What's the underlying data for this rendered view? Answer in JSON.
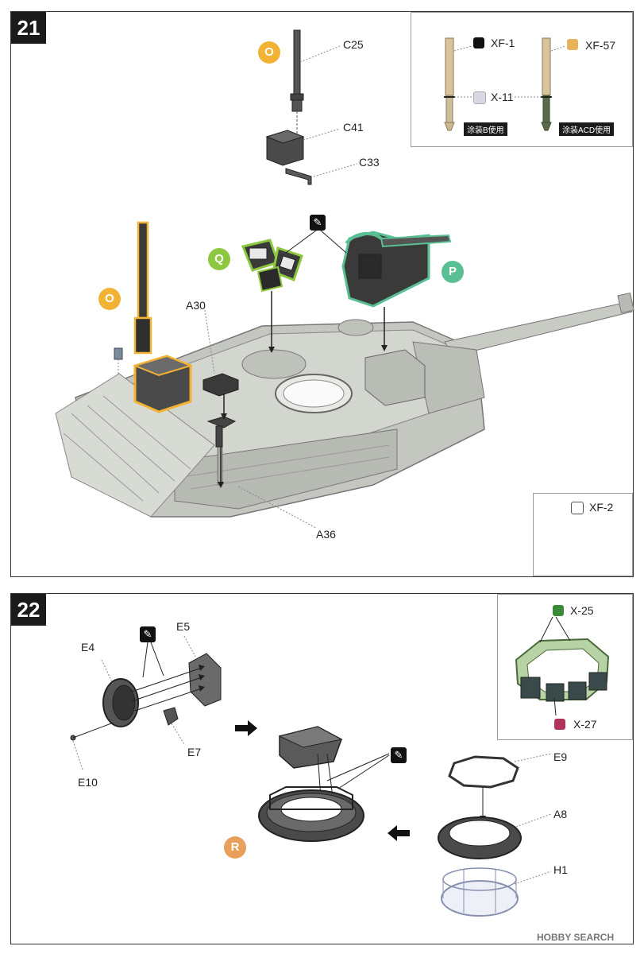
{
  "steps": {
    "step21": {
      "number": "21",
      "parts": {
        "c25": "C25",
        "c41": "C41",
        "c33": "C33",
        "a30": "A30",
        "a36": "A36"
      },
      "callouts": {
        "o_top": "O",
        "o_side": "O",
        "q": "Q",
        "p": "P"
      },
      "paint_inset": {
        "xf1": "XF-1",
        "xf57": "XF-57",
        "x11": "X-11",
        "tag_b": "涂装B使用",
        "tag_acd": "涂装ACD使用"
      },
      "paint_inset2": {
        "xf2": "XF-2"
      }
    },
    "step22": {
      "number": "22",
      "parts": {
        "e4": "E4",
        "e5": "E5",
        "e7": "E7",
        "e10": "E10",
        "e9": "E9",
        "a8": "A8",
        "h1": "H1"
      },
      "callouts": {
        "r": "R"
      },
      "paint_inset": {
        "x25": "X-25",
        "x27": "X-27"
      }
    }
  },
  "watermark": "HOBBY SEARCH",
  "colors": {
    "callout_o": "#f2b233",
    "callout_q": "#8dc63f",
    "callout_p": "#5bbf94",
    "callout_r": "#e8a05a",
    "xf1_black": "#111111",
    "xf57_buff": "#e8b25a",
    "x11_silver": "#d8d8e0",
    "x25_green": "#3a8a3a",
    "x27_red": "#b0335a",
    "tank_grey": "#c4c6c0"
  },
  "icons": [
    "glue-icon",
    "arrow-right-icon",
    "arrow-left-icon",
    "paint-icon"
  ]
}
